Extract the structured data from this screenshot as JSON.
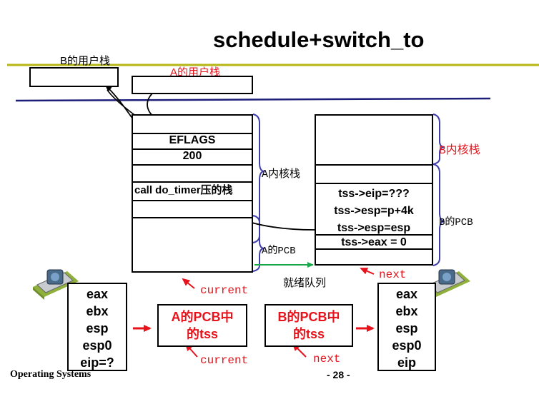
{
  "title": "schedule+switch_to",
  "user_stack_b": "B的用户栈",
  "user_stack_a": "A的用户栈",
  "stack_a_cells": [
    "EFLAGS",
    "200",
    "call do_timer压的栈"
  ],
  "label_a_kernel": "A内核栈",
  "label_a_pcb": "A的PCB",
  "label_b_kernel": "B内核栈",
  "label_b_pcb": "B的PCB",
  "pcb_b_lines": [
    "tss->eip=???",
    "tss->esp=p+4k",
    "tss->esp=esp",
    "tss->eax = 0"
  ],
  "ready_queue": "就绪队列",
  "current_label": "current",
  "next_label": "next",
  "cpu_left_regs": [
    "eax",
    "ebx",
    "esp",
    "esp0",
    "eip=?"
  ],
  "cpu_right_regs": [
    "eax",
    "ebx",
    "esp",
    "esp0",
    "eip"
  ],
  "a_tss_lines": [
    "A的PCB中",
    "的tss"
  ],
  "b_tss_lines": [
    "B的PCB中",
    "的tss"
  ],
  "footer_left": "Operating Systems",
  "footer_right": "- 28 -",
  "colors": {
    "accent_red": "#e8121b",
    "line_olive": "#b5b513",
    "line_navy": "#1d1d7a",
    "brace_blue": "#3d3dab",
    "queue_green": "#1aa74a"
  }
}
